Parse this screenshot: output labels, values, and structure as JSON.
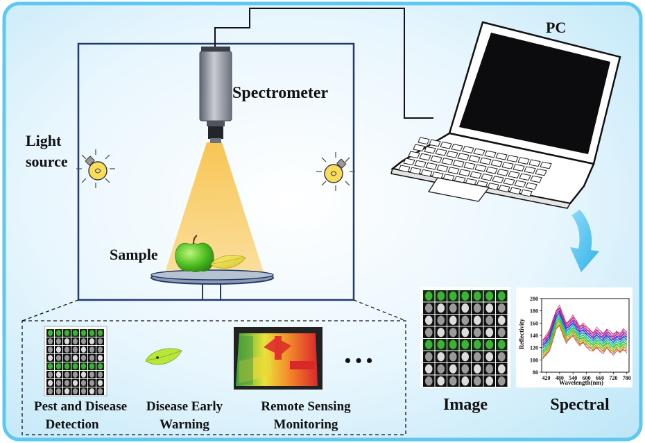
{
  "labels": {
    "spectrometer": "Spectrometer",
    "pc": "PC",
    "light_source_line1": "Light",
    "light_source_line2": "source",
    "sample": "Sample",
    "image": "Image",
    "spectral": "Spectral"
  },
  "applications": {
    "pest_line1": "Pest and Disease",
    "pest_line2": "Detection",
    "warning_line1": "Disease Early",
    "warning_line2": "Warning",
    "remote_line1": "Remote Sensing",
    "remote_line2": "Monitoring",
    "more": "• • •"
  },
  "chart_data": {
    "type": "line",
    "xlabel": "Wavelength(nm)",
    "ylabel": "Reflectivity",
    "xlim": [
      400,
      790
    ],
    "ylim": [
      80,
      200
    ],
    "xticks": [
      "420",
      "480",
      "540",
      "600",
      "660",
      "720",
      "780"
    ],
    "yticks": [
      "80",
      "100",
      "120",
      "140",
      "160",
      "180",
      "200"
    ],
    "x": [
      405,
      420,
      435,
      450,
      465,
      480,
      495,
      510,
      525,
      540,
      555,
      570,
      585,
      600,
      615,
      630,
      645,
      660,
      675,
      690,
      705,
      720,
      735,
      750,
      765,
      780
    ],
    "base_profile": [
      118,
      124,
      132,
      150,
      166,
      172,
      158,
      145,
      150,
      156,
      148,
      140,
      144,
      138,
      134,
      130,
      136,
      132,
      128,
      135,
      130,
      126,
      132,
      128,
      134,
      130
    ],
    "series_count": 30
  },
  "colors": {
    "background": "#dff2fb",
    "frame": "#5ec8f0",
    "box": "#1f3a6e",
    "beam": "#f5c24a",
    "arrow": "#59c3ef"
  }
}
